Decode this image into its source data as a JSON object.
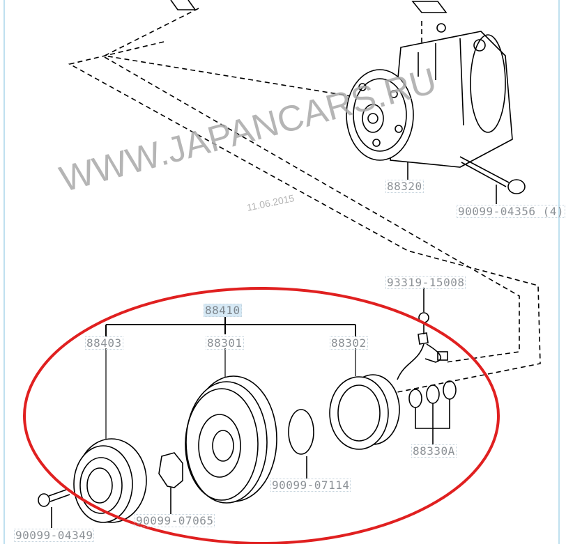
{
  "watermark": {
    "site": "WWW.JAPANCARS.RU",
    "date": "11.06.2015"
  },
  "parts": {
    "compressor": "88320",
    "compressor_bolt": "90099-04356 (4)",
    "connector_clip": "93319-15008",
    "clutch_assembly": "88410",
    "pressure_plate": "88403",
    "pulley": "88301",
    "stator": "88302",
    "shims": "88330A",
    "snap_ring_stator": "90099-07114",
    "snap_ring_pulley": "90099-07065",
    "plate_bolt": "90099-04349"
  },
  "colors": {
    "highlight_ellipse": "#e02020",
    "label_text": "#8c9196",
    "selected_label_bg": "#d6e9f5"
  }
}
